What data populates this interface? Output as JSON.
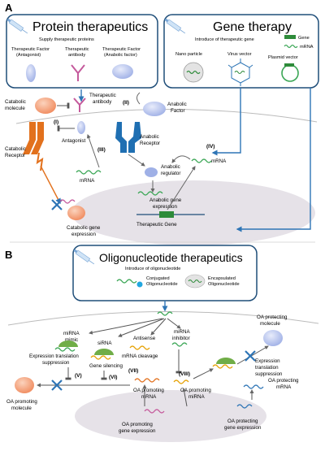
{
  "panel_a": {
    "label": "A",
    "protein": {
      "title": "Protein therapeutics",
      "subtitle": "Supply therapeutic proteins",
      "items": [
        "Therapeutic Factor (Antagonist)",
        "Therapeutic antibody",
        "Therapeutic Factor (Anabolic factor)"
      ]
    },
    "gene": {
      "title": "Gene therapy",
      "subtitle": "Introduce of therapeutic gene",
      "legend_gene": "Gene",
      "legend_mrna": "mRNA",
      "nano": "Nano particle",
      "virus": "Virus vector",
      "plasmid": "Plasmid vector"
    },
    "cell": {
      "catabolic_molecule": "Catabolic molecule",
      "therapeutic_antibody": "Therapeutic antibody",
      "antagonist": "Antagonist",
      "catabolic_receptor": "Catabolic Receptor",
      "anabolic_factor": "Anabolic Factor",
      "anabolic_receptor": "Anabolic Receptor",
      "anabolic_regulator": "Anabolic regulator",
      "anabolic_gene_expression": "Anabolic gene expression",
      "mrna_left": "mRNA",
      "mrna_right": "mRNA",
      "catabolic_gene_expression": "Catabolic gene expression",
      "therapeutic_gene": "Therapeutic Gene",
      "roman": [
        "(I)",
        "(II)",
        "(III)",
        "(IV)"
      ]
    }
  },
  "panel_b": {
    "label": "B",
    "title": "Oligonucleotide therapeutics",
    "subtitle": "Introduce of oligonucleotide",
    "conjugated": "Conjugated Oligonucleotide",
    "encapsulated": "Encapsulated Oligonucleotide",
    "cell": {
      "mirna_mimic": "miRNA mimic",
      "sirna": "siRNA",
      "antisense": "Antisense",
      "mirna_inhibitor": "miRNA inhibitor",
      "expression_suppression_left": "Expression translation suppression",
      "gene_silencing": "Gene silencing",
      "mrna_cleavage": "mRNA cleavage",
      "oa_protecting_molecule": "OA protecting molecule",
      "expression_suppression_right": "Expression translation suppression",
      "oa_promoting_molecule": "OA promoting molecule",
      "oa_promoting_mrna": "OA promoting mRNA",
      "oa_promoting_mirna": "OA promoting miRNA",
      "oa_protecting_mrna": "OA protecting mRNA",
      "oa_promoting_gene_expression": "OA promoting gene expression",
      "oa_protecting_gene_expression": "OA protecting gene expression",
      "roman": [
        "(V)",
        "(VI)",
        "(VII)",
        "(VIII)"
      ]
    }
  },
  "colors": {
    "box_border": "#1f4e79",
    "arrow_blue": "#2e75b6",
    "orange": "#f4a582",
    "orange_dark": "#e2711d",
    "lilac": "#b9c6ee",
    "gray_arrow": "#666666",
    "mrna_green": "#3aa655",
    "nucleus": "#e6e2e8",
    "blue_x": "#2e75b6"
  }
}
